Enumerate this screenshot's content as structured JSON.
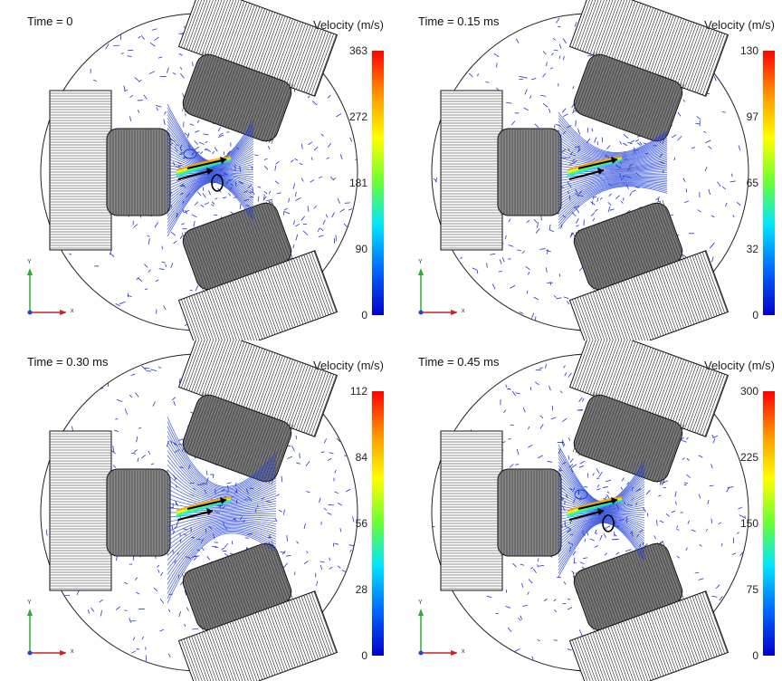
{
  "panels": [
    {
      "time_label": "Time = 0",
      "velocity_label": "Velocity (m/s)",
      "ticks": [
        "363",
        "272",
        "181",
        "90",
        "0"
      ],
      "jet": "vortex"
    },
    {
      "time_label": "Time = 0.15 ms",
      "velocity_label": "Velocity (m/s)",
      "ticks": [
        "130",
        "97",
        "65",
        "32",
        "0"
      ],
      "jet": "jet-right"
    },
    {
      "time_label": "Time = 0.30 ms",
      "velocity_label": "Velocity (m/s)",
      "ticks": [
        "112",
        "84",
        "56",
        "28",
        "0"
      ],
      "jet": "jet-wide"
    },
    {
      "time_label": "Time = 0.45 ms",
      "velocity_label": "Velocity (m/s)",
      "ticks": [
        "300",
        "225",
        "150",
        "75",
        "0"
      ],
      "jet": "vortex-pair"
    }
  ],
  "axis": {
    "x": "x",
    "y": "Y"
  },
  "colors": {
    "arrow": "#2233cc",
    "colormap": [
      "#0000cc",
      "#0066ff",
      "#00e5ff",
      "#66ff33",
      "#ffff00",
      "#ff9900",
      "#ff0000"
    ]
  }
}
